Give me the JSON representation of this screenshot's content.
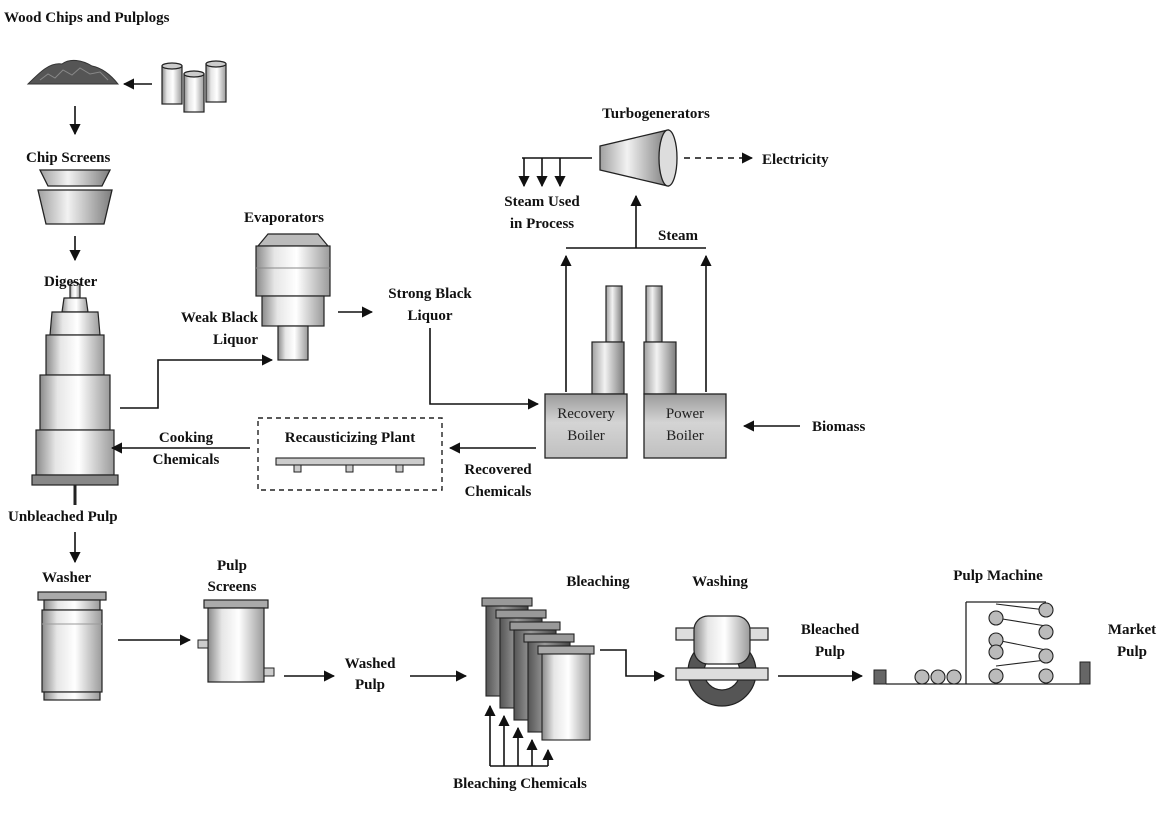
{
  "labels": {
    "wood_chips": "Wood Chips and Pulplogs",
    "chip_screens": "Chip Screens",
    "digester": "Digester",
    "evaporators": "Evaporators",
    "weak_black_liquor_1": "Weak Black",
    "weak_black_liquor_2": "Liquor",
    "strong_black_liquor_1": "Strong Black",
    "strong_black_liquor_2": "Liquor",
    "turbogenerators": "Turbogenerators",
    "electricity": "Electricity",
    "steam_used_1": "Steam Used",
    "steam_used_2": "in Process",
    "steam": "Steam",
    "recovery_boiler_1": "Recovery",
    "recovery_boiler_2": "Boiler",
    "power_boiler_1": "Power",
    "power_boiler_2": "Boiler",
    "biomass": "Biomass",
    "recausticizing_plant": "Recausticizing Plant",
    "cooking_chemicals_1": "Cooking",
    "cooking_chemicals_2": "Chemicals",
    "recovered_chemicals_1": "Recovered",
    "recovered_chemicals_2": "Chemicals",
    "unbleached_pulp": "Unbleached Pulp",
    "washer": "Washer",
    "pulp_screens_1": "Pulp",
    "pulp_screens_2": "Screens",
    "washed_pulp_1": "Washed",
    "washed_pulp_2": "Pulp",
    "bleaching": "Bleaching",
    "bleaching_chemicals": "Bleaching Chemicals",
    "washing": "Washing",
    "bleached_pulp_1": "Bleached",
    "bleached_pulp_2": "Pulp",
    "pulp_machine": "Pulp Machine",
    "market_pulp_1": "Market",
    "market_pulp_2": "Pulp"
  }
}
